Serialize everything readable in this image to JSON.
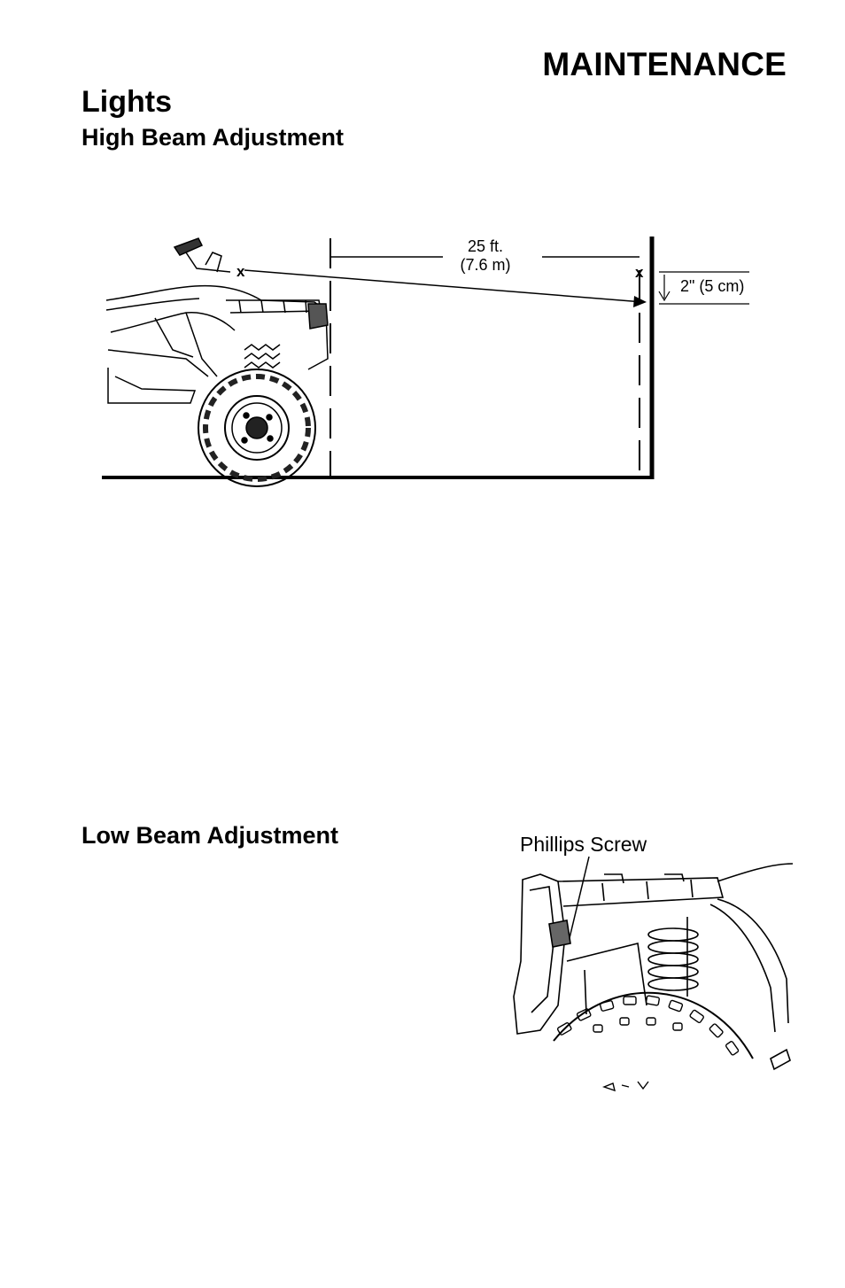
{
  "page": {
    "section_title": "MAINTENANCE",
    "heading": "Lights",
    "subheading_high": "High Beam Adjustment",
    "subheading_low": "Low Beam Adjustment"
  },
  "figure_high_beam": {
    "distance_line1": "25 ft.",
    "distance_line2": "(7.6 m)",
    "drop_label": "2\" (5 cm)",
    "marker_headlight": "x",
    "marker_wall": "x"
  },
  "figure_low_beam": {
    "callout": "Phillips Screw"
  }
}
